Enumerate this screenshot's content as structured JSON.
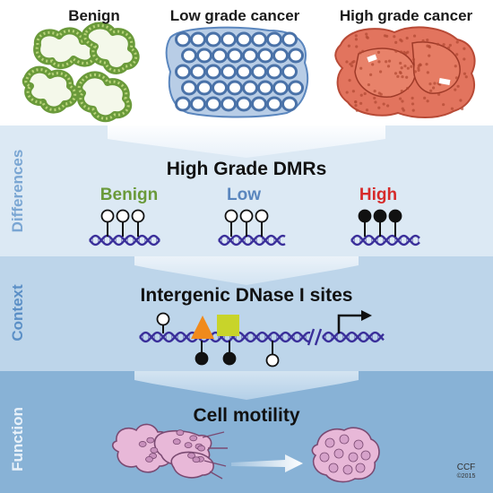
{
  "header": {
    "benign": "Benign",
    "low": "Low grade cancer",
    "high": "High grade cancer"
  },
  "sections": {
    "differences": {
      "side_label": "Differences",
      "title": "High Grade DMRs",
      "methylation_labels": [
        "Benign",
        "Low",
        "High"
      ]
    },
    "context": {
      "side_label": "Context",
      "title": "Intergenic DNase I sites"
    },
    "function": {
      "side_label": "Function",
      "title": "Cell motility"
    }
  },
  "credit": {
    "org": "CCF",
    "year": "©2015"
  },
  "colors": {
    "benign_green": "#6a9a3a",
    "low_blue": "#5a86be",
    "high_red": "#d62a2a",
    "band_light": "#dce9f4",
    "band_mid": "#bdd5ea",
    "band_dark": "#88b2d6",
    "side_text": "#5b8fc6",
    "dna": "#3a2f9a",
    "cell_pink": "#e8b8d8"
  }
}
